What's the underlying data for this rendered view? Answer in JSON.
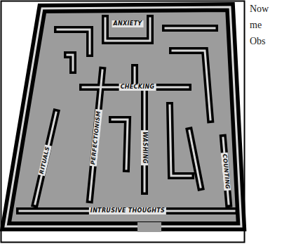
{
  "diagram": {
    "labels": [
      "ANXIETY",
      "CHECKING",
      "PERFECTIONISM",
      "WASHING",
      "RITUALS",
      "COUNTING",
      "INTRUSIVE THOUGHTS",
      "Now",
      "me",
      "Obs"
    ]
  }
}
